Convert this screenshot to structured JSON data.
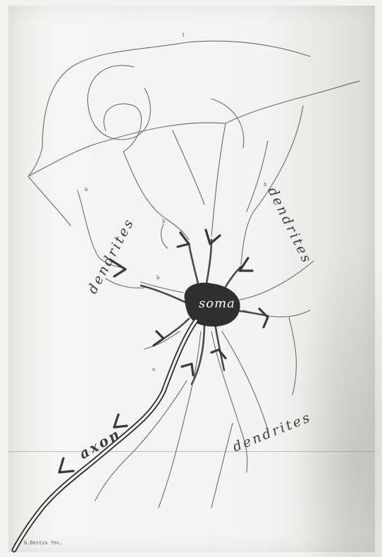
{
  "labels": {
    "soma": "soma",
    "dendrites_left": "dendrites",
    "dendrites_right": "dendrites",
    "dendrites_bottom": "dendrites",
    "axon": "axon"
  },
  "signature": "G.Deitzs fec.",
  "plate_marks": {
    "mark_1": "1",
    "mark_b1": "b",
    "mark_b2": "b",
    "mark_b3": "b",
    "mark_b4": "b",
    "mark_a": "a"
  },
  "colors": {
    "paper": "#f3f2ee",
    "ink": "#3a3a38",
    "soma": "#2e2e2c",
    "arrow": "#3a3a3a"
  }
}
